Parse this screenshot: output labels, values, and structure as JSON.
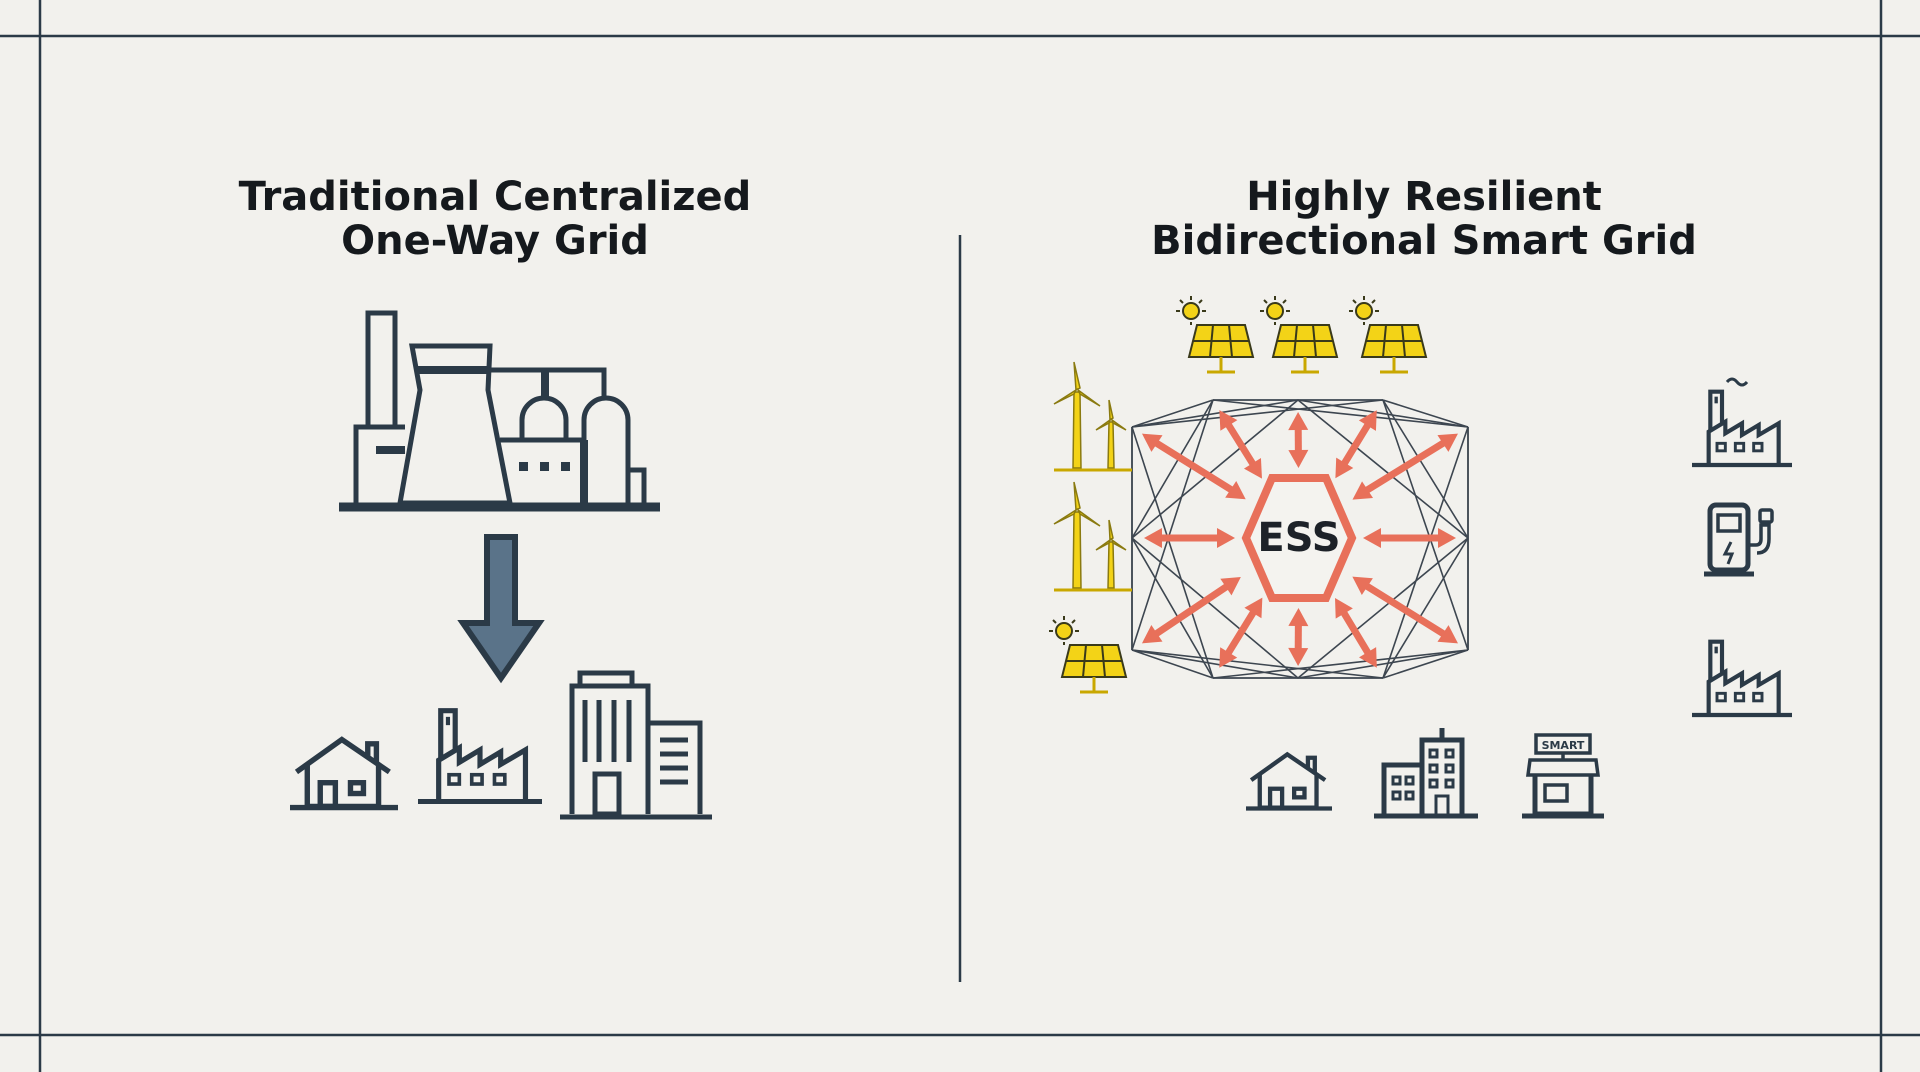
{
  "left_panel": {
    "title_line1": "Traditional Centralized",
    "title_line2": "One-Way Grid"
  },
  "right_panel": {
    "title_line1": "Highly Resilient",
    "title_line2": "Bidirectional Smart Grid",
    "hub_label": "ESS",
    "shop_sign": "SMART"
  },
  "colors": {
    "background": "#f2f1ed",
    "ink": "#2b3a47",
    "arrow_fill": "#5a7389",
    "solar_yellow": "#f3d317",
    "flow_coral": "#e8705a"
  }
}
